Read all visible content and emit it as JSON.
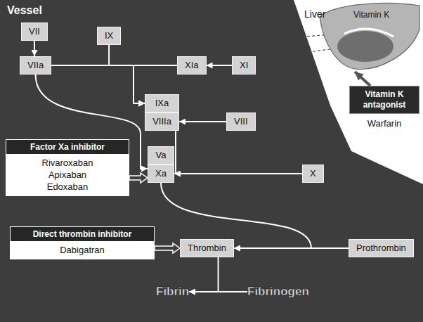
{
  "diagram": {
    "nodes": [
      {
        "text": [
          "VII"
        ]
      },
      {
        "text": [
          "VIIa"
        ]
      },
      {
        "text": [
          "IX"
        ]
      },
      {
        "text": [
          "Liver",
          "Vitamin K"
        ]
      },
      {
        "text": [
          "Vitamin K antagonist",
          "Warfarin"
        ]
      },
      {
        "text": [
          "XIa"
        ]
      },
      {
        "text": [
          "XI"
        ]
      },
      {
        "text": [
          "IXa"
        ]
      },
      {
        "text": [
          "VIIIa"
        ]
      },
      {
        "text": [
          "VIII"
        ]
      },
      {
        "text": [
          "Factor Xa inhibitor",
          "Rivaroxaban",
          "Apixaban",
          "Edoxaban"
        ]
      },
      {
        "text": [
          "Va"
        ]
      },
      {
        "text": [
          "Xa"
        ]
      },
      {
        "text": [
          "X"
        ]
      },
      {
        "text": [
          "Direct thrombin inhibitor",
          "Dabigatran"
        ]
      },
      {
        "text": [
          "Thrombin"
        ]
      },
      {
        "text": [
          "Prothrombin"
        ]
      },
      {
        "text": [
          "Fibrin"
        ]
      },
      {
        "text": [
          "Fibrinogen"
        ]
      }
    ],
    "edges": [
      {
        "from": 0,
        "to": 1,
        "arrow": "to"
      },
      {
        "from": 6,
        "to": 5,
        "arrow": "to"
      },
      {
        "from": 2,
        "to": 7,
        "arrow": "to"
      },
      {
        "from": 1,
        "to": 7,
        "arrow": "to"
      },
      {
        "from": 5,
        "to": 7,
        "arrow": "to"
      },
      {
        "from": 9,
        "to": 8,
        "arrow": "to"
      },
      {
        "from": 1,
        "to": 12,
        "arrow": "to"
      },
      {
        "from": 8,
        "to": 12,
        "arrow": "to"
      },
      {
        "from": 13,
        "to": 12,
        "arrow": "to"
      },
      {
        "from": 10,
        "to": 12,
        "arrow": "to"
      },
      {
        "from": 12,
        "to": 15,
        "arrow": "to"
      },
      {
        "from": 16,
        "to": 15,
        "arrow": "to"
      },
      {
        "from": 14,
        "to": 15,
        "arrow": "to"
      },
      {
        "from": 15,
        "to": 17,
        "arrow": "to"
      },
      {
        "from": 18,
        "to": 17,
        "arrow": "to"
      },
      {
        "from": 4,
        "to": 3,
        "arrow": "to"
      }
    ],
    "labels": [
      "Vessel"
    ]
  }
}
